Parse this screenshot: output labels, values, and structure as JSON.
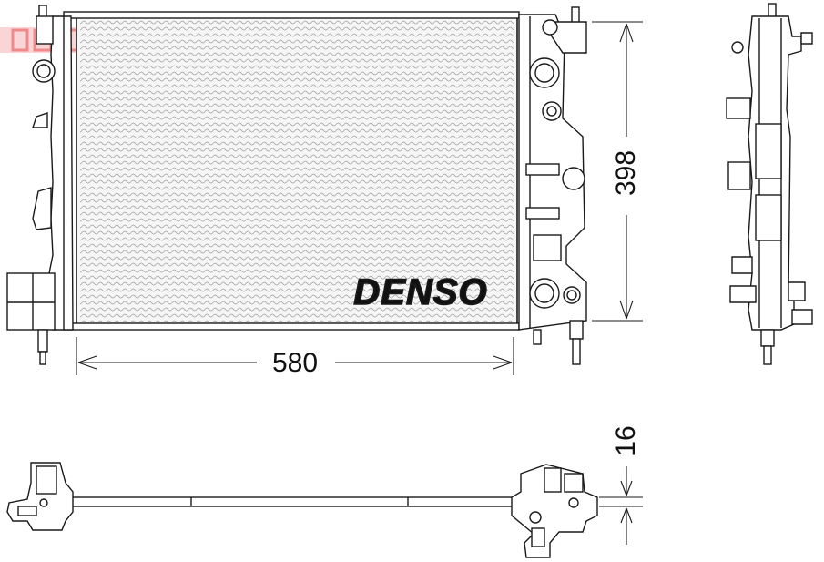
{
  "brand": {
    "name": "DENSO",
    "accent_color": "#f08a8a"
  },
  "dimensions": {
    "width_label": "580",
    "height_label": "398",
    "depth_label": "16"
  },
  "colors": {
    "line": "#1a1a1a",
    "core_fill": "#f4f4f4",
    "fin_stroke": "#9a9a9a",
    "background": "#ffffff"
  }
}
